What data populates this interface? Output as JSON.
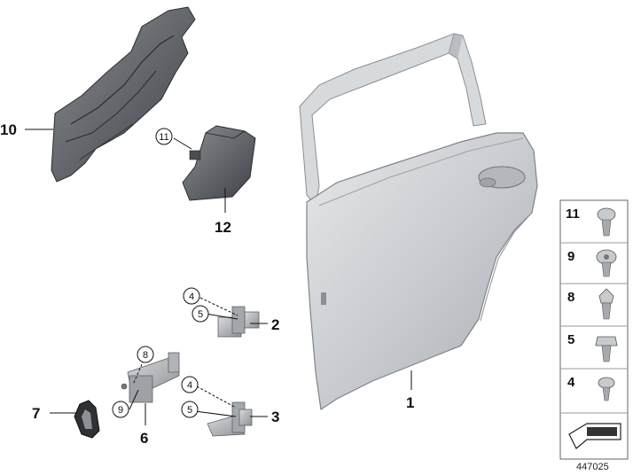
{
  "diagram": {
    "callouts": {
      "c1": "1",
      "c2": "2",
      "c3": "3",
      "c6": "6",
      "c7": "7",
      "c10": "10",
      "c12": "12"
    },
    "circled": {
      "a11": "11",
      "b4": "4",
      "b5": "5",
      "c4": "4",
      "c5": "5",
      "d8": "8",
      "d9": "9"
    },
    "parts_panel": [
      "11",
      "9",
      "8",
      "5",
      "4"
    ],
    "image_id": "447025"
  }
}
